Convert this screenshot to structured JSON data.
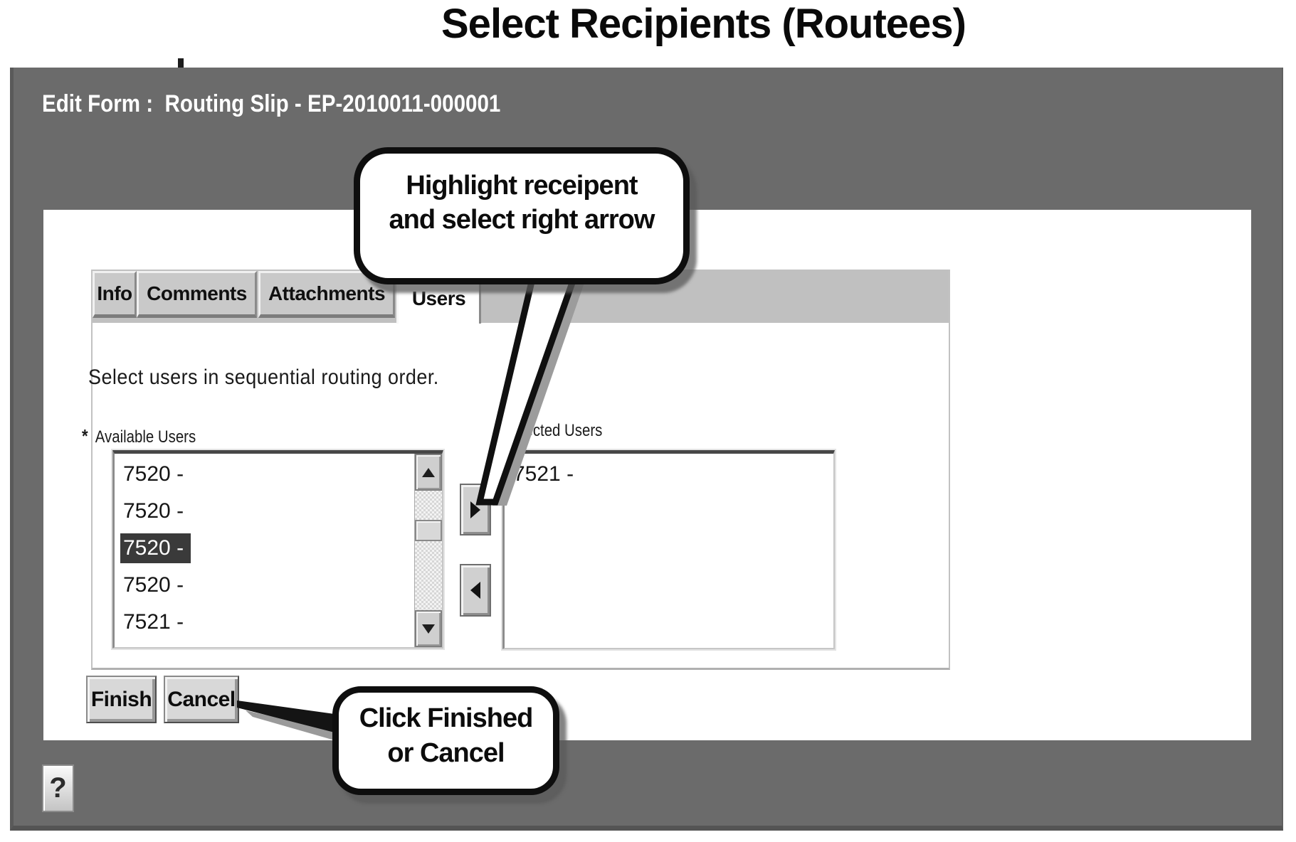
{
  "slide": {
    "title": "Select Recipients (Routees)"
  },
  "window": {
    "title": "Edit Form :  Routing Slip - EP-2010011-000001",
    "help_label": "?"
  },
  "tabs": [
    {
      "label": "Info",
      "active": false
    },
    {
      "label": "Comments",
      "active": false
    },
    {
      "label": "Attachments",
      "active": false
    },
    {
      "label": "Users",
      "active": true
    }
  ],
  "form": {
    "instruction": "Select users in sequential routing order.",
    "required_marker": "*",
    "available_label": "Available Users",
    "selected_label": "Selected Users",
    "available_users": [
      "7520 -",
      "7520 -",
      "7520 -",
      "7520 -",
      "7521 -"
    ],
    "available_selected_index": 2,
    "selected_users": [
      "7521 -"
    ]
  },
  "buttons": {
    "finish": "Finish",
    "cancel": "Cancel"
  },
  "callouts": {
    "top": {
      "line1": "Highlight receipent",
      "line2": "and select right arrow"
    },
    "bottom": {
      "line1": "Click Finished",
      "line2": "or Cancel"
    }
  },
  "colors": {
    "window_gray": "#6b6b6b",
    "tab_strip_gray": "#c0c0c0",
    "selected_item_bg": "#3a3a3a",
    "callout_border": "#0e0e0e",
    "titlebar_text": "#ffffff"
  }
}
